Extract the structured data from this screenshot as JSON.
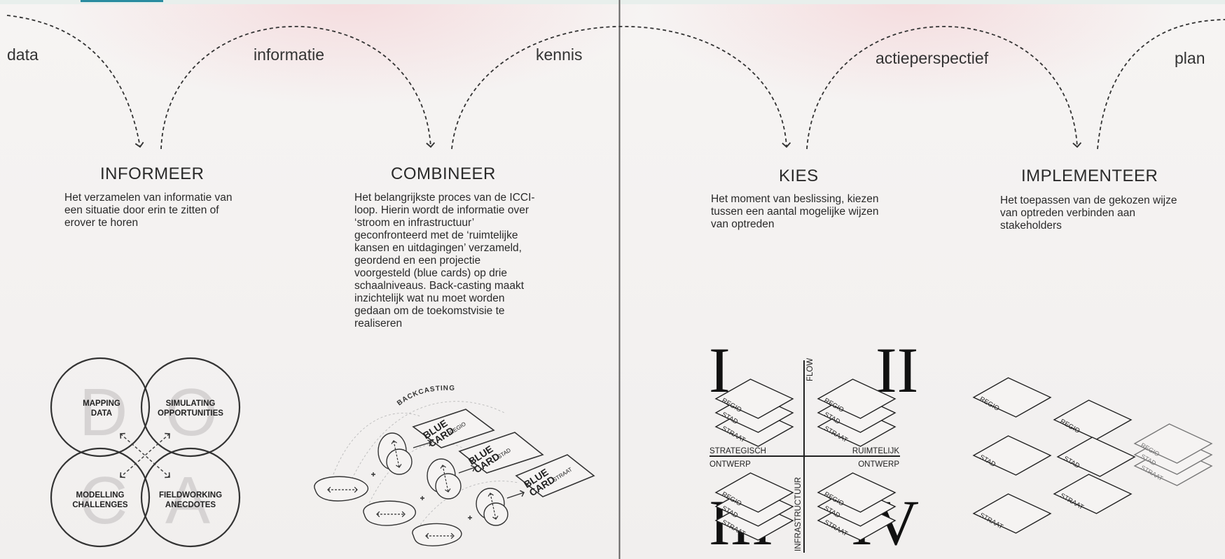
{
  "flow_labels": [
    "data",
    "informatie",
    "kennis",
    "actieperspectief",
    "plan"
  ],
  "steps": [
    {
      "title": "INFORMEER",
      "description": "Het verzamelen van informatie van een situatie door erin te zitten of erover te horen"
    },
    {
      "title": "COMBINEER",
      "description": "Het belangrijkste proces van de ICCI-loop. Hierin wordt de informatie over ‘stroom en infrastructuur’ geconfronteerd met de ‘ruimtelijke kansen en uitdagingen’ verzameld, geordend en een projectie voorgesteld (blue cards) op drie schaalniveaus. Back-casting maakt inzichtelijk wat nu moet worden gedaan om de toekomstvisie te realiseren"
    },
    {
      "title": "KIES",
      "description": "Het moment van beslissing, kiezen tussen een aantal mogelijke wijzen van optreden"
    },
    {
      "title": "IMPLEMENTEER",
      "description": "Het toepassen van de gekozen wijze van optreden verbinden aan stakeholders"
    }
  ],
  "doca": {
    "letters": [
      "D",
      "O",
      "C",
      "A"
    ],
    "circles": [
      {
        "line1": "MAPPING",
        "line2": "DATA"
      },
      {
        "line1": "SIMULATING",
        "line2": "OPPORTUNITIES"
      },
      {
        "line1": "MODELLING",
        "line2": "CHALLENGES"
      },
      {
        "line1": "FIELDWORKING",
        "line2": "ANECDOTES"
      }
    ]
  },
  "combineer_diagram": {
    "backcasting": "BACKCASTING",
    "cards": [
      {
        "line1": "BLUE",
        "line2": "CARD",
        "scale": "REGIO"
      },
      {
        "line1": "BLUE",
        "line2": "CARD",
        "scale": "STAD"
      },
      {
        "line1": "BLUE",
        "line2": "CARD",
        "scale": "STRAAT"
      }
    ]
  },
  "kies_diagram": {
    "quadrants": [
      "I",
      "II",
      "III",
      "IV"
    ],
    "axis_left_top": "STRATEGISCH",
    "axis_left_bottom": "ONTWERP",
    "axis_right_top": "RUIMTELIJK",
    "axis_right_bottom": "ONTWERP",
    "axis_vertical_top": "FLOW",
    "axis_vertical_bottom": "INFRASTRUCTUUR",
    "layers": [
      "REGIO",
      "STAD",
      "STRAAT"
    ]
  },
  "implementeer_diagram": {
    "layers": [
      "REGIO",
      "STAD",
      "STRAAT"
    ]
  }
}
